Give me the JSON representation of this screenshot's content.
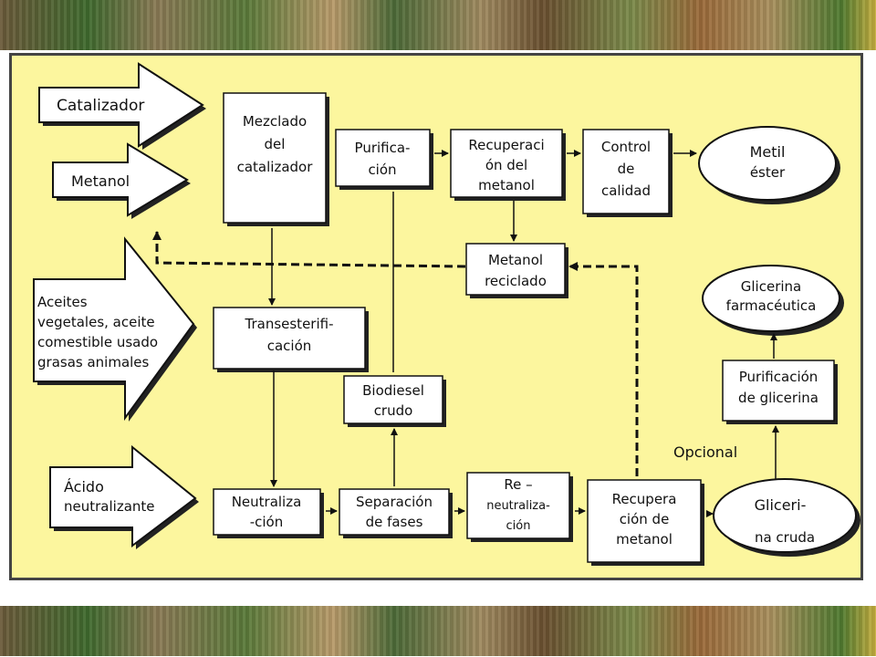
{
  "inputs": {
    "catalizador": "Catalizador",
    "metanol": "Metanol",
    "aceites": [
      "Aceites",
      "vegetales, aceite",
      "comestible usado",
      "grasas animales"
    ],
    "acido": [
      "Ácido",
      "neutralizante"
    ]
  },
  "boxes": {
    "mezclado": [
      "Mezclado",
      "del",
      "catalizador"
    ],
    "purificacion": [
      "Purifica-",
      "ción"
    ],
    "recuperacion_metanol": [
      "Recuperaci",
      "ón del",
      "metanol"
    ],
    "control": [
      "Control",
      "de",
      "calidad"
    ],
    "metanol_reciclado": [
      "Metanol",
      "reciclado"
    ],
    "transesterificacion": [
      "Transesterifi-",
      "cación"
    ],
    "biodiesel": [
      "Biodiesel",
      "crudo"
    ],
    "neutralizacion": [
      "Neutraliza",
      "-ción"
    ],
    "separacion": [
      "Separación",
      "de fases"
    ],
    "reneutralizacion": [
      "Re –",
      "neutraliza-",
      "ción"
    ],
    "recuperacion_metanol_2": [
      "Recupera",
      "ción de",
      "metanol"
    ],
    "purificacion_glicerina": [
      "Purificación",
      "de glicerina"
    ]
  },
  "ovals": {
    "metil": [
      "Metil",
      "éster"
    ],
    "glicerina_farm": [
      "Glicerina",
      "farmacéutica"
    ],
    "glicerina_cruda": [
      "Gliceri-",
      "na cruda"
    ]
  },
  "opcional": "Opcional"
}
